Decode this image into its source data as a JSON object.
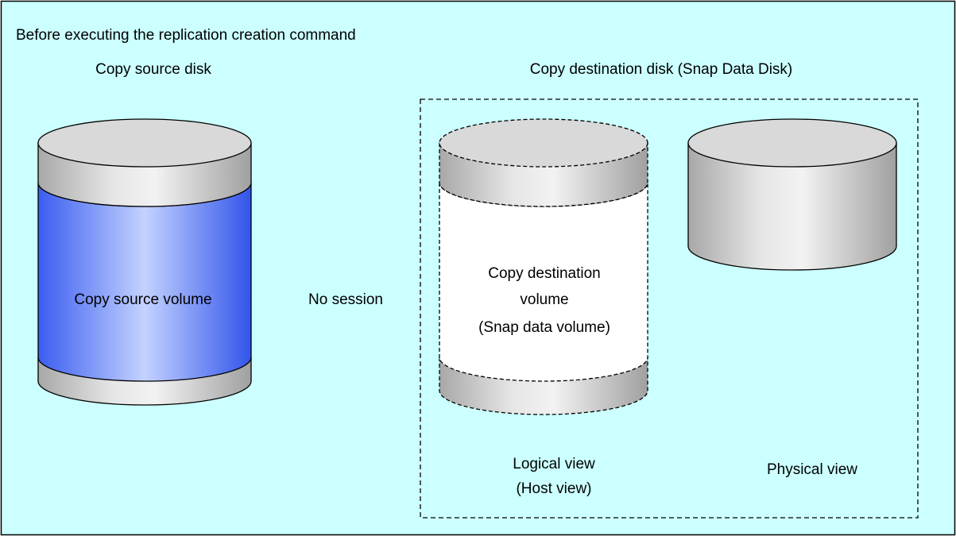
{
  "heading": "Before executing the replication creation command",
  "source_disk": {
    "title": "Copy source disk",
    "volume_label": "Copy source volume"
  },
  "session_status": "No session",
  "destination_disk": {
    "title": "Copy destination disk (Snap Data Disk)",
    "volume_label_line1": "Copy destination",
    "volume_label_line2": "volume",
    "volume_label_line3": "(Snap data volume)",
    "logical_view_line1": "Logical view",
    "logical_view_line2": "(Host view)",
    "physical_view": "Physical view"
  },
  "colors": {
    "background": "#ccffff",
    "volume_blue": "#3355ee",
    "cylinder_gray": "#c8c8c8"
  }
}
